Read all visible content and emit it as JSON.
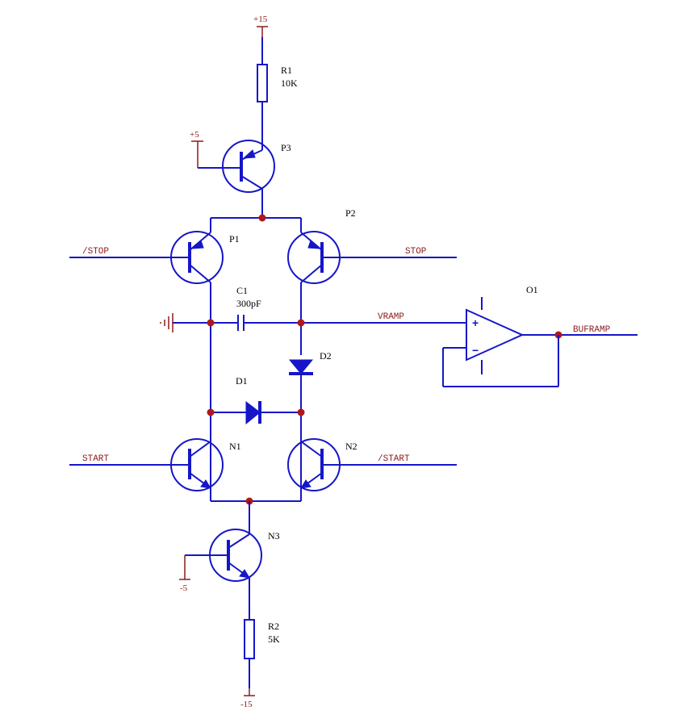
{
  "rails": {
    "pos15": "+15",
    "pos5": "+5",
    "neg5": "-5",
    "neg15": "-15"
  },
  "components": {
    "r1": {
      "ref": "R1",
      "value": "10K"
    },
    "r2": {
      "ref": "R2",
      "value": "5K"
    },
    "c1": {
      "ref": "C1",
      "value": "300pF"
    },
    "p1": {
      "ref": "P1"
    },
    "p2": {
      "ref": "P2"
    },
    "p3": {
      "ref": "P3"
    },
    "n1": {
      "ref": "N1"
    },
    "n2": {
      "ref": "N2"
    },
    "n3": {
      "ref": "N3"
    },
    "d1": {
      "ref": "D1"
    },
    "d2": {
      "ref": "D2"
    },
    "o1": {
      "ref": "O1",
      "plus": "+",
      "minus": "−"
    }
  },
  "nets": {
    "stop_n": "/STOP",
    "stop": "STOP",
    "start": "START",
    "start_n": "/START",
    "vramp": "VRAMP",
    "bufframp": "BUFRAMP"
  },
  "colors": {
    "wire": "#1616c8",
    "power": "#8b1a1a",
    "junction": "#b01818",
    "net_label": "#8b1a1a",
    "text": "#000000"
  }
}
